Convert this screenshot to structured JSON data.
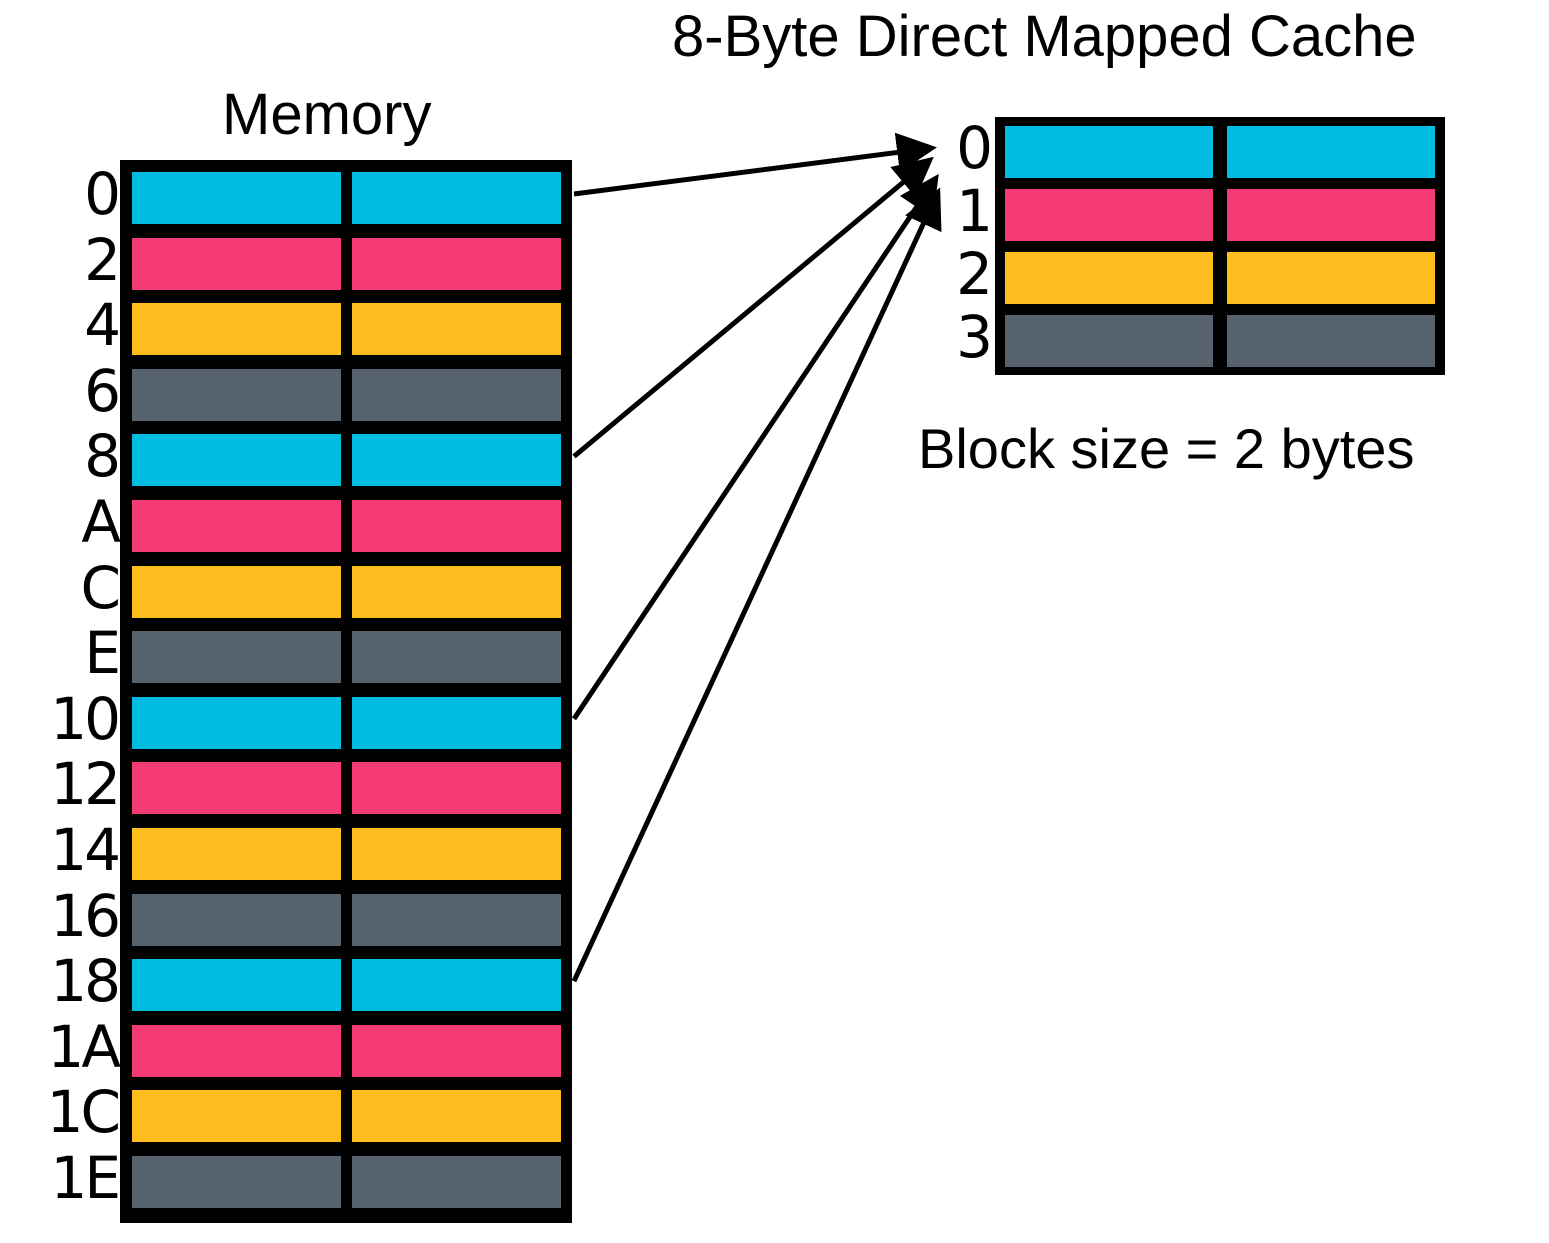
{
  "titles": {
    "cache": "8-Byte Direct Mapped Cache",
    "memory": "Memory",
    "block_size_note": "Block size = 2 bytes"
  },
  "colors": {
    "cyan": "#00BCE0",
    "pink": "#F33A72",
    "yellow": "#FDBD1E",
    "slate": "#56626D",
    "border": "#000000"
  },
  "memory": {
    "address_labels": [
      "0",
      "2",
      "4",
      "6",
      "8",
      "A",
      "C",
      "E",
      "10",
      "12",
      "14",
      "16",
      "18",
      "1A",
      "1C",
      "1E"
    ],
    "row_colors": [
      "cyan",
      "pink",
      "yellow",
      "slate",
      "cyan",
      "pink",
      "yellow",
      "slate",
      "cyan",
      "pink",
      "yellow",
      "slate",
      "cyan",
      "pink",
      "yellow",
      "slate"
    ]
  },
  "cache": {
    "index_labels": [
      "0",
      "1",
      "2",
      "3"
    ],
    "row_colors": [
      "cyan",
      "pink",
      "yellow",
      "slate"
    ]
  },
  "mappings": [
    {
      "from_address": "0",
      "to_index": "0"
    },
    {
      "from_address": "8",
      "to_index": "0"
    },
    {
      "from_address": "10",
      "to_index": "0"
    },
    {
      "from_address": "18",
      "to_index": "0"
    }
  ]
}
